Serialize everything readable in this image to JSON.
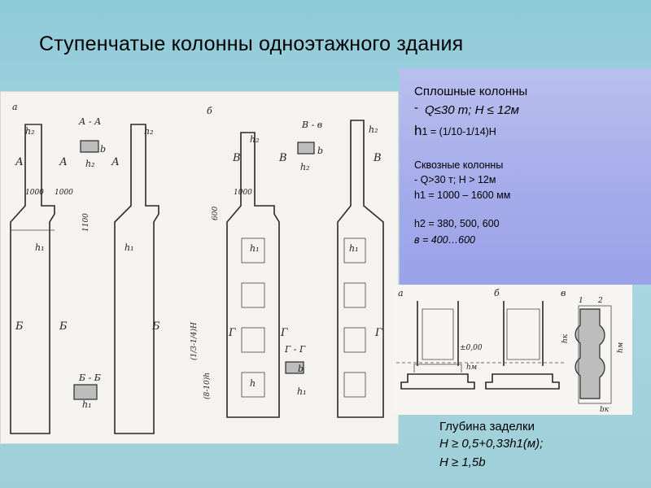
{
  "slide": {
    "title": "Ступенчатые колонны одноэтажного здания"
  },
  "solid_columns": {
    "title": "Сплошные колонны",
    "bullet": "-",
    "spec": "Q≤30 т; H ≤ 12м",
    "h1_symbol": "h",
    "h1_rest": "1 = (1/10-1/14)H"
  },
  "lattice_columns": {
    "title": "Сквозные колонны",
    "spec": "- Q>30 т; H > 12м",
    "h1": "h1 = 1000 – 1600 мм",
    "h2": "h2 = 380, 500, 600",
    "b": "в = 400…600"
  },
  "embedment": {
    "title": "Глубина заделки",
    "formula1": "H ≥ 0,5+0,33h1(м);",
    "formula2": "H ≥ 1,5b"
  },
  "drawing_left": {
    "label_a": "а",
    "label_b": "б",
    "section_aa": "А - А",
    "section_bb": "Б - Б",
    "section_vv": "В - в",
    "section_gg": "Г - Г",
    "mark_A": "А",
    "mark_B": "Б",
    "mark_V": "В",
    "mark_G": "Г",
    "h1": "h₁",
    "h2": "h₂",
    "h": "h",
    "b": "b",
    "dim_1000": "1000",
    "dim_1100": "1100",
    "dim_600": "600",
    "dim_formula": "(8-10)h",
    "dim_formula2": "(1/3-1/4)H"
  },
  "drawing_right": {
    "label_a": "а",
    "label_b": "б",
    "label_v": "в",
    "mark_000": "±0,00",
    "hk": "hк",
    "bk": "bк",
    "hm": "hм",
    "one": "1",
    "two": "2"
  }
}
